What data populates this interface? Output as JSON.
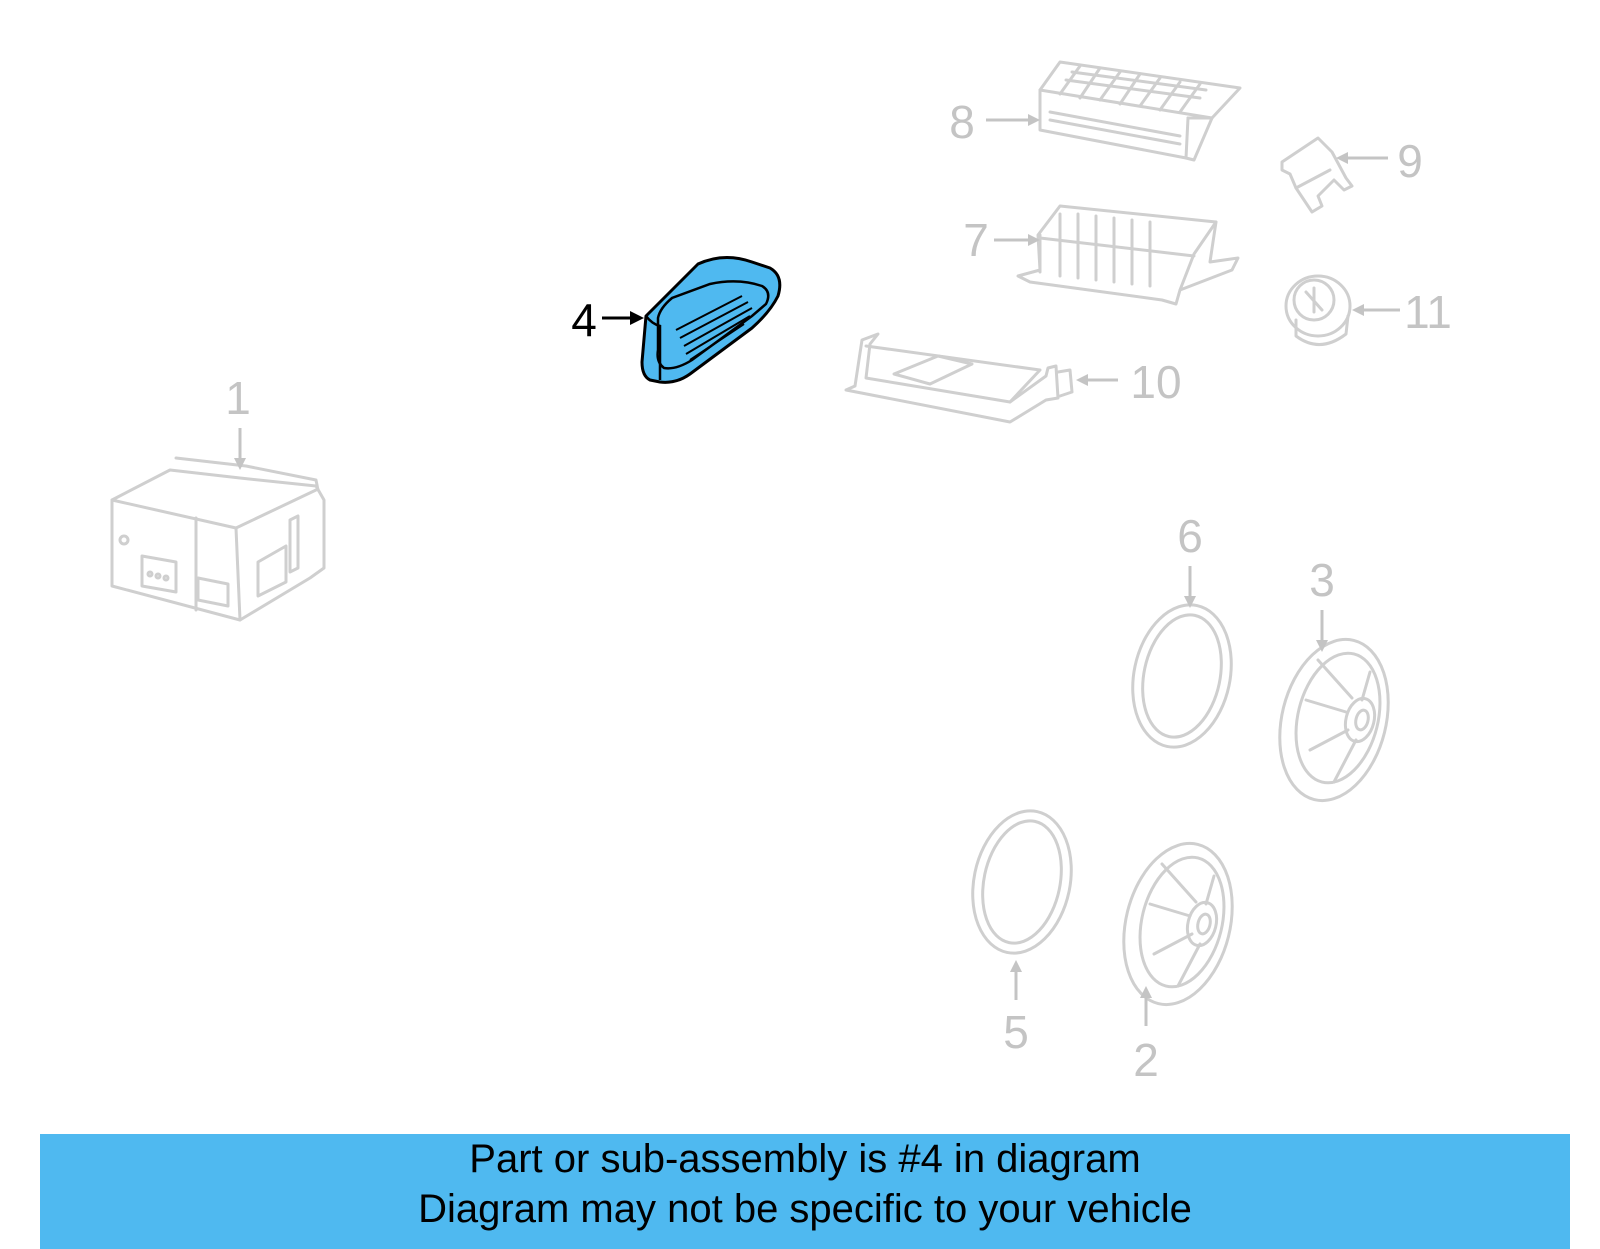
{
  "diagram": {
    "callouts": [
      {
        "id": "1",
        "active": false
      },
      {
        "id": "2",
        "active": false
      },
      {
        "id": "3",
        "active": false
      },
      {
        "id": "4",
        "active": true
      },
      {
        "id": "5",
        "active": false
      },
      {
        "id": "6",
        "active": false
      },
      {
        "id": "7",
        "active": false
      },
      {
        "id": "8",
        "active": false
      },
      {
        "id": "9",
        "active": false
      },
      {
        "id": "10",
        "active": false
      },
      {
        "id": "11",
        "active": false
      }
    ],
    "highlight_color": "#4fb9f0",
    "dim_color": "#cfcfcf"
  },
  "banner": {
    "line1": "Part or sub-assembly is #4 in diagram",
    "line2": "Diagram may not be specific to your vehicle",
    "background": "#4fb9f0"
  }
}
